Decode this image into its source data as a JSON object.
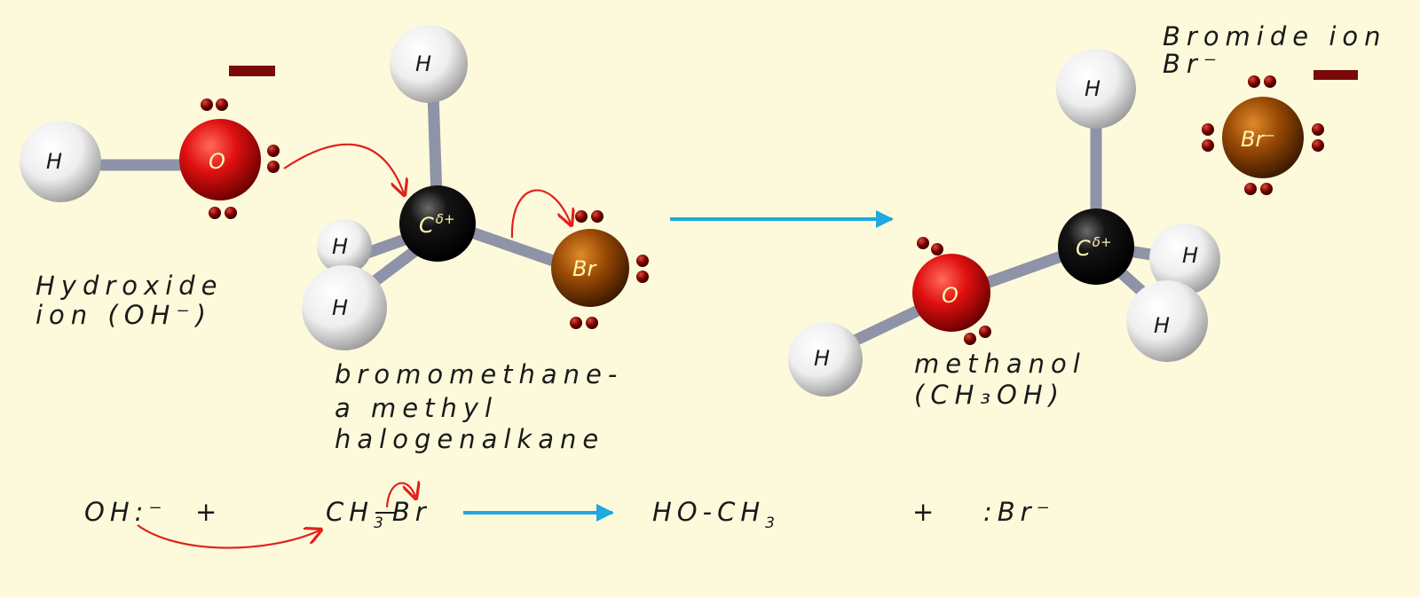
{
  "labels": {
    "hydroxide_line1": "Hydroxide",
    "hydroxide_line2": "ion (OH⁻)",
    "bromomethane_line1": "bromomethane-",
    "bromomethane_line2": "a methyl",
    "bromomethane_line3": "halogenalkane",
    "methanol_line1": "methanol",
    "methanol_line2": "(CH₃OH)",
    "bromide_line1": "Bromide ion",
    "bromide_line2": "Br⁻"
  },
  "atoms": {
    "h": "H",
    "o": "O",
    "c": "C",
    "c_charge": "δ+",
    "br": "Br",
    "br_ion": "Br⁻"
  },
  "equation": {
    "reactant1": "OH:⁻",
    "plus1": "+",
    "reactant2_ch": "CH",
    "reactant2_sub": "3",
    "reactant2_br": "Br",
    "product1_main": "HO-CH",
    "product1_sub": "3",
    "plus2": "+",
    "product2": ":Br⁻"
  },
  "colors": {
    "background": "#fdfadb",
    "oxygen": "#e01010",
    "carbon": "#0a0a0a",
    "bromine": "#9a4a05",
    "hydrogen": "#f2f2f2",
    "bond": "#8e93a8",
    "lone_pair": "#7a0000",
    "curly_arrow": "#e0211b",
    "reaction_arrow": "#1ea9e1",
    "negative_charge": "#7a0a0a"
  }
}
